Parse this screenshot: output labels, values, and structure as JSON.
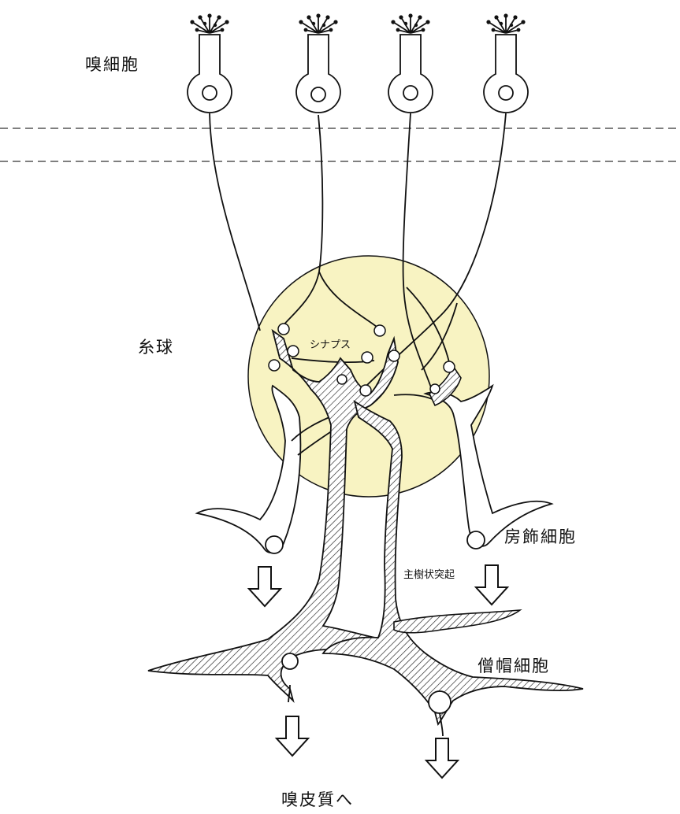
{
  "labels": {
    "receptor_cells": "嗅細胞",
    "glomerulus": "糸球",
    "synapse": "シナプス",
    "tufted_cell": "房飾細胞",
    "primary_dendrite": "主樹状突起",
    "mitral_cell": "僧帽細胞",
    "to_cortex": "嗅皮質へ"
  },
  "colors": {
    "glomerulus_fill": "#F8F3C2",
    "line": "#111111",
    "hatch": "#222222",
    "background": "#FFFFFF"
  }
}
